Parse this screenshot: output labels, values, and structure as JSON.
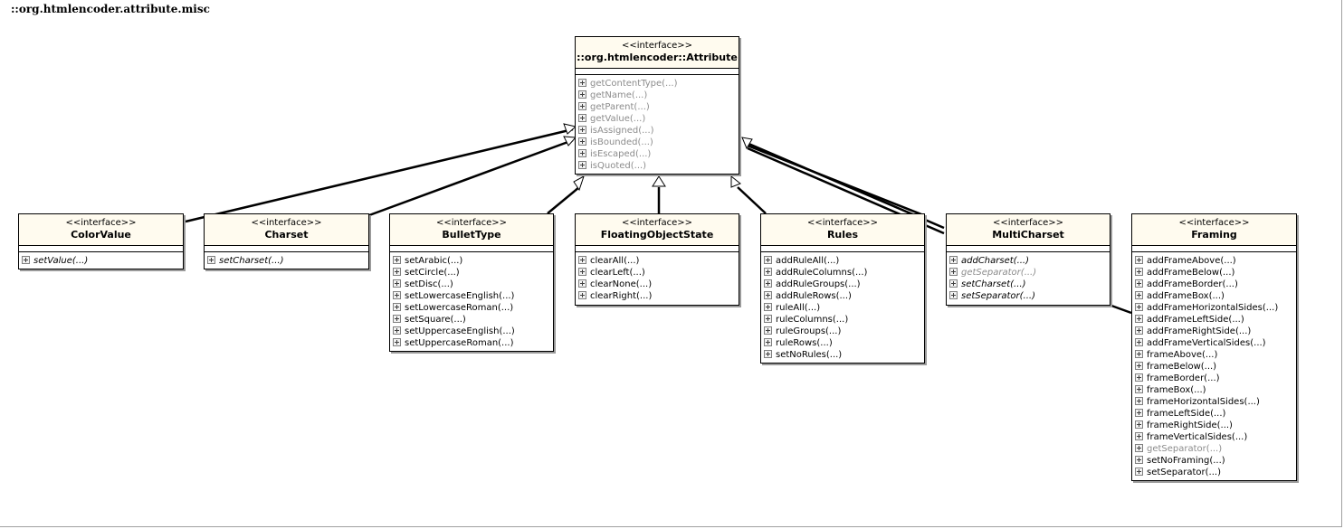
{
  "package_title": "::org.htmlencoder.attribute.misc",
  "classes": {
    "attribute": {
      "stereotype": "<<interface>>",
      "name": "::org.htmlencoder::Attribute",
      "operations": [
        {
          "label": "getContentType(...)",
          "style": "grey"
        },
        {
          "label": "getName(...)",
          "style": "grey"
        },
        {
          "label": "getParent(...)",
          "style": "grey"
        },
        {
          "label": "getValue(...)",
          "style": "grey"
        },
        {
          "label": "isAssigned(...)",
          "style": "grey"
        },
        {
          "label": "isBounded(...)",
          "style": "grey"
        },
        {
          "label": "isEscaped(...)",
          "style": "grey"
        },
        {
          "label": "isQuoted(...)",
          "style": "grey"
        }
      ]
    },
    "color_value": {
      "stereotype": "<<interface>>",
      "name": "ColorValue",
      "operations": [
        {
          "label": "setValue(...)",
          "style": "italic"
        }
      ]
    },
    "charset": {
      "stereotype": "<<interface>>",
      "name": "Charset",
      "operations": [
        {
          "label": "setCharset(...)",
          "style": "italic"
        }
      ]
    },
    "bullet_type": {
      "stereotype": "<<interface>>",
      "name": "BulletType",
      "operations": [
        {
          "label": "setArabic(...)",
          "style": "normal"
        },
        {
          "label": "setCircle(...)",
          "style": "normal"
        },
        {
          "label": "setDisc(...)",
          "style": "normal"
        },
        {
          "label": "setLowercaseEnglish(...)",
          "style": "normal"
        },
        {
          "label": "setLowercaseRoman(...)",
          "style": "normal"
        },
        {
          "label": "setSquare(...)",
          "style": "normal"
        },
        {
          "label": "setUppercaseEnglish(...)",
          "style": "normal"
        },
        {
          "label": "setUppercaseRoman(...)",
          "style": "normal"
        }
      ]
    },
    "floating_object_state": {
      "stereotype": "<<interface>>",
      "name": "FloatingObjectState",
      "operations": [
        {
          "label": "clearAll(...)",
          "style": "normal"
        },
        {
          "label": "clearLeft(...)",
          "style": "normal"
        },
        {
          "label": "clearNone(...)",
          "style": "normal"
        },
        {
          "label": "clearRight(...)",
          "style": "normal"
        }
      ]
    },
    "rules": {
      "stereotype": "<<interface>>",
      "name": "Rules",
      "operations": [
        {
          "label": "addRuleAll(...)",
          "style": "normal"
        },
        {
          "label": "addRuleColumns(...)",
          "style": "normal"
        },
        {
          "label": "addRuleGroups(...)",
          "style": "normal"
        },
        {
          "label": "addRuleRows(...)",
          "style": "normal"
        },
        {
          "label": "ruleAll(...)",
          "style": "normal"
        },
        {
          "label": "ruleColumns(...)",
          "style": "normal"
        },
        {
          "label": "ruleGroups(...)",
          "style": "normal"
        },
        {
          "label": "ruleRows(...)",
          "style": "normal"
        },
        {
          "label": "setNoRules(...)",
          "style": "normal"
        }
      ]
    },
    "multi_charset": {
      "stereotype": "<<interface>>",
      "name": "MultiCharset",
      "operations": [
        {
          "label": "addCharset(...)",
          "style": "italic"
        },
        {
          "label": "getSeparator(...)",
          "style": "grey-italic"
        },
        {
          "label": "setCharset(...)",
          "style": "italic"
        },
        {
          "label": "setSeparator(...)",
          "style": "italic"
        }
      ]
    },
    "framing": {
      "stereotype": "<<interface>>",
      "name": "Framing",
      "operations": [
        {
          "label": "addFrameAbove(...)",
          "style": "normal"
        },
        {
          "label": "addFrameBelow(...)",
          "style": "normal"
        },
        {
          "label": "addFrameBorder(...)",
          "style": "normal"
        },
        {
          "label": "addFrameBox(...)",
          "style": "normal"
        },
        {
          "label": "addFrameHorizontalSides(...)",
          "style": "normal"
        },
        {
          "label": "addFrameLeftSide(...)",
          "style": "normal"
        },
        {
          "label": "addFrameRightSide(...)",
          "style": "normal"
        },
        {
          "label": "addFrameVerticalSides(...)",
          "style": "normal"
        },
        {
          "label": "frameAbove(...)",
          "style": "normal"
        },
        {
          "label": "frameBelow(...)",
          "style": "normal"
        },
        {
          "label": "frameBorder(...)",
          "style": "normal"
        },
        {
          "label": "frameBox(...)",
          "style": "normal"
        },
        {
          "label": "frameHorizontalSides(...)",
          "style": "normal"
        },
        {
          "label": "frameLeftSide(...)",
          "style": "normal"
        },
        {
          "label": "frameRightSide(...)",
          "style": "normal"
        },
        {
          "label": "frameVerticalSides(...)",
          "style": "normal"
        },
        {
          "label": "getSeparator(...)",
          "style": "grey"
        },
        {
          "label": "setNoFraming(...)",
          "style": "normal"
        },
        {
          "label": "setSeparator(...)",
          "style": "normal"
        }
      ]
    }
  }
}
